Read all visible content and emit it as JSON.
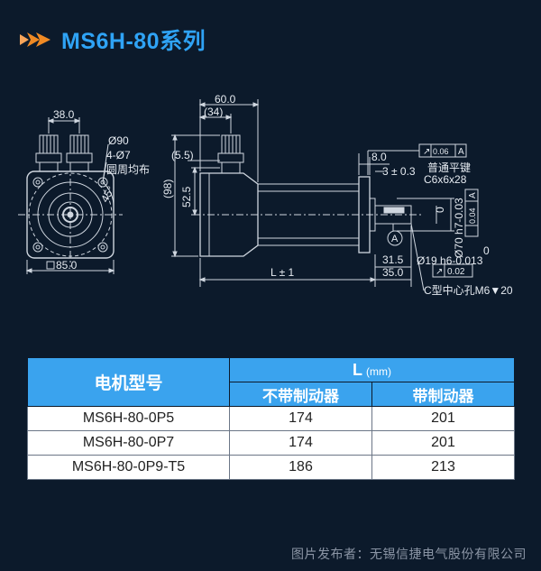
{
  "header": {
    "title": "MS6H-80系列",
    "icon": "double-arrow-icon",
    "accent": "#2fa3f5",
    "arrow_color": "#f08a24"
  },
  "drawing": {
    "front": {
      "dim_top": "38.0",
      "dia_flange": "Ø90",
      "holes": "4-Ø7",
      "holes_note": "圆周均布",
      "angle": "45°",
      "square": "85.0"
    },
    "side": {
      "len_60": "60.0",
      "len_34": "(34)",
      "dim_55": "(5.5)",
      "dim_98": "(98)",
      "dim_525": "52.5",
      "dim_8": "8.0",
      "dim_3": "3 ± 0.3",
      "key_label": "普通平键",
      "key_size": "C6x6x28",
      "tol_top": "0.06",
      "tol_top_ref": "A",
      "tol_right": "0.04",
      "tol_right_ref": "A",
      "shaft_spigot": "Ø70 h7-0.03",
      "spigot_zero": "0",
      "datum": "A",
      "dim_315": "31.5",
      "shaft_dia": "Ø19 h6-0.013",
      "shaft_zero": "0",
      "dim_35": "35.0",
      "runout": "0.02",
      "length": "L ± 1",
      "center_hole": "C型中心孔M6▼20"
    }
  },
  "table": {
    "model_header": "电机型号",
    "length_header": "L",
    "length_unit": "(mm)",
    "col_no_brake": "不带制动器",
    "col_brake": "带制动器",
    "rows": [
      {
        "model": "MS6H-80-0P5",
        "no_brake": "174",
        "brake": "201"
      },
      {
        "model": "MS6H-80-0P7",
        "no_brake": "174",
        "brake": "201"
      },
      {
        "model": "MS6H-80-0P9-T5",
        "no_brake": "186",
        "brake": "213"
      }
    ],
    "header_color": "#3aa3ee"
  },
  "footer": {
    "credit": "图片发布者：无锡信捷电气股份有限公司"
  }
}
